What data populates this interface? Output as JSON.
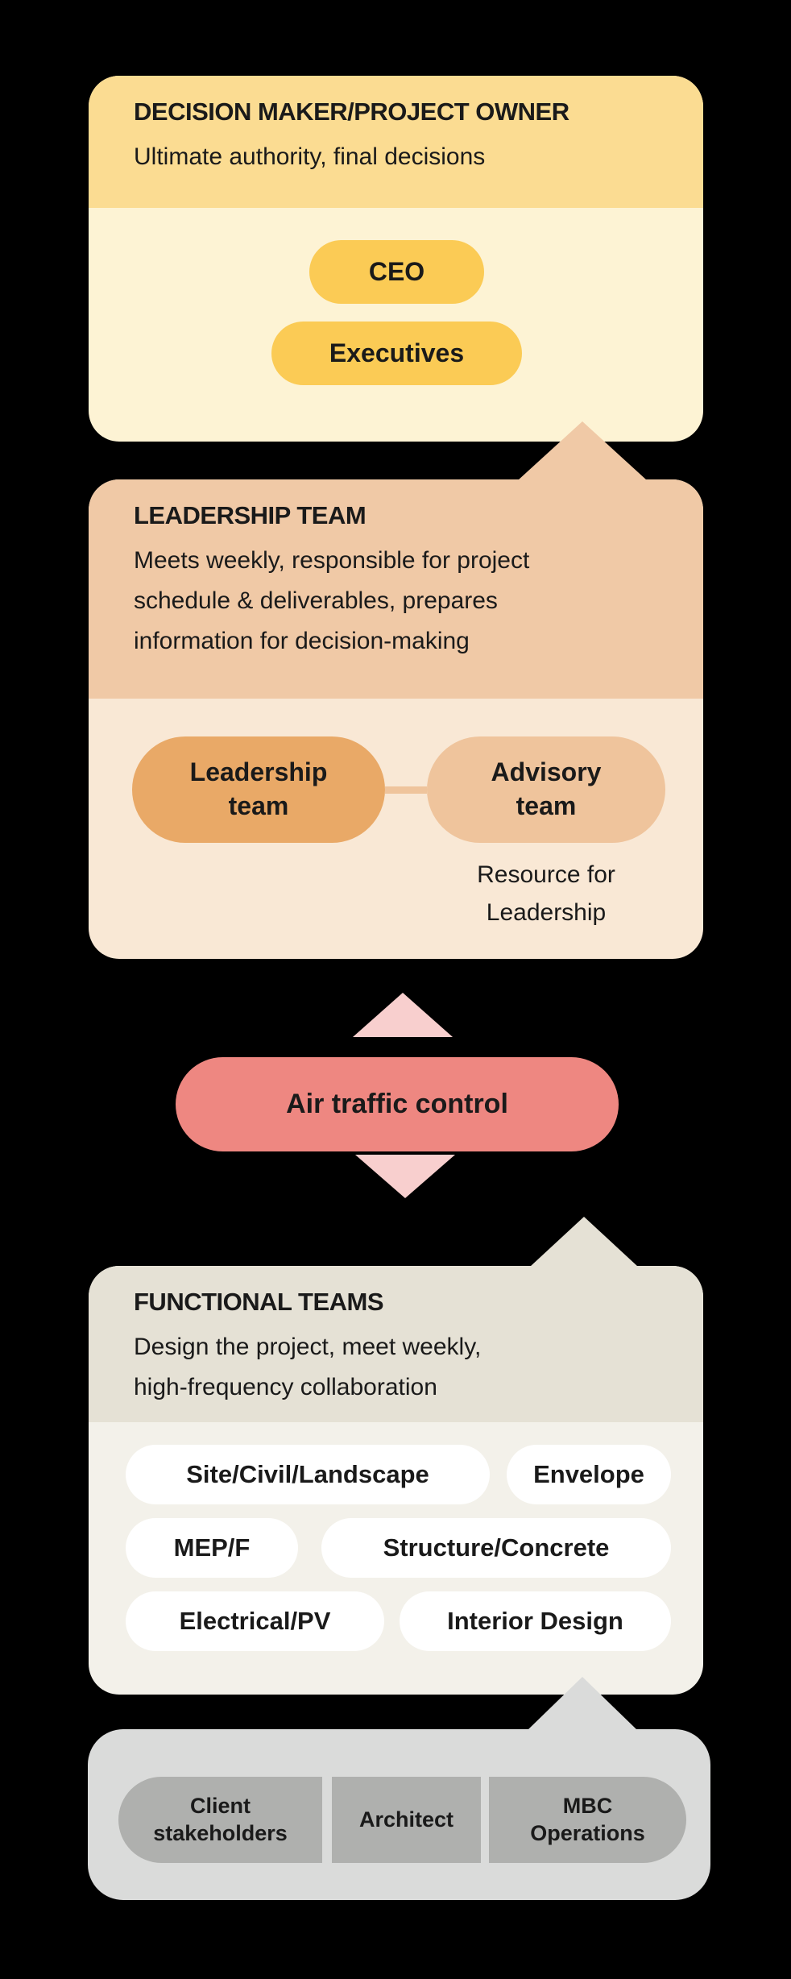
{
  "colors": {
    "background": "#000000",
    "text": "#1a1a1a",
    "decision_header": "#FBDC92",
    "decision_body": "#FDF3D4",
    "decision_pill": "#FBCB55",
    "leadership_header": "#F0C9A6",
    "leadership_body": "#F9E8D5",
    "leadership_pill": "#E9A967",
    "advisory_pill": "#EFC49C",
    "air_pill": "#EE8781",
    "air_arrow": "#F8CFCE",
    "functional_header": "#E5E1D5",
    "functional_body": "#F3F1EA",
    "functional_pill": "#FFFFFF",
    "bar_bg": "#DADBDA",
    "bar_segment": "#AFB0AE"
  },
  "decision_card": {
    "title": "DECISION MAKER/PROJECT OWNER",
    "subtitle": "Ultimate authority, final decisions",
    "pills": [
      {
        "label": "CEO"
      },
      {
        "label": "Executives"
      }
    ]
  },
  "leadership_card": {
    "title": "LEADERSHIP TEAM",
    "description": "Meets weekly, responsible for project\nschedule & deliverables, prepares\ninformation for decision-making",
    "pills": [
      {
        "label": "Leadership\nteam"
      },
      {
        "label": "Advisory\nteam",
        "note": "Resource for\nLeadership"
      }
    ]
  },
  "air_traffic": {
    "label": "Air traffic control"
  },
  "functional_card": {
    "title": "FUNCTIONAL TEAMS",
    "description": "Design the project, meet weekly,\nhigh-frequency collaboration",
    "pills": [
      "Site/Civil/Landscape",
      "Envelope",
      "MEP/F",
      "Structure/Concrete",
      "Electrical/PV",
      "Interior Design"
    ]
  },
  "foundation_bar": {
    "segments": [
      "Client\nstakeholders",
      "Architect",
      "MBC\nOperations"
    ]
  }
}
